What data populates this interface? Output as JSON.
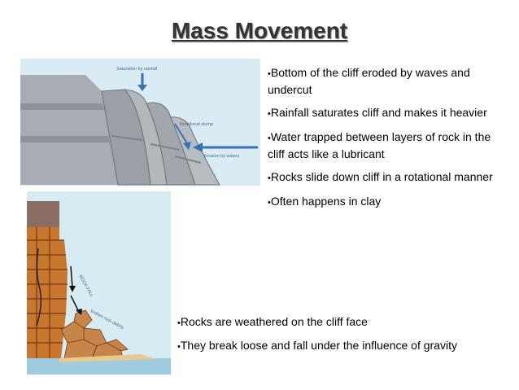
{
  "title": "Mass Movement",
  "slump_diagram": {
    "labels": [
      "Saturation by rainfall",
      "Rotational slump",
      "Erosion by waves"
    ],
    "colors": {
      "sky": "#d9ecf4",
      "rock": "#a7adb3",
      "rock_dark": "#7d8389",
      "arrow": "#3b6fb6"
    }
  },
  "rockfall_diagram": {
    "labels": [
      "ROCK FALL",
      "broken rock debris"
    ],
    "colors": {
      "sky": "#d7ebf3",
      "cliff": "#c9772f",
      "cliff_dark": "#6e3b14",
      "sea": "#9fcbe0",
      "sand": "#e8c98e"
    }
  },
  "bullets_top": [
    "Bottom of the cliff eroded by waves and undercut",
    "Rainfall saturates cliff and makes it heavier",
    "Water trapped between layers of rock in the cliff acts like a lubricant",
    "Rocks slide down cliff in a rotational manner",
    "Often happens in clay"
  ],
  "bullets_bottom": [
    "Rocks are weathered on the cliff face",
    "They break loose and fall under the influence of gravity"
  ]
}
